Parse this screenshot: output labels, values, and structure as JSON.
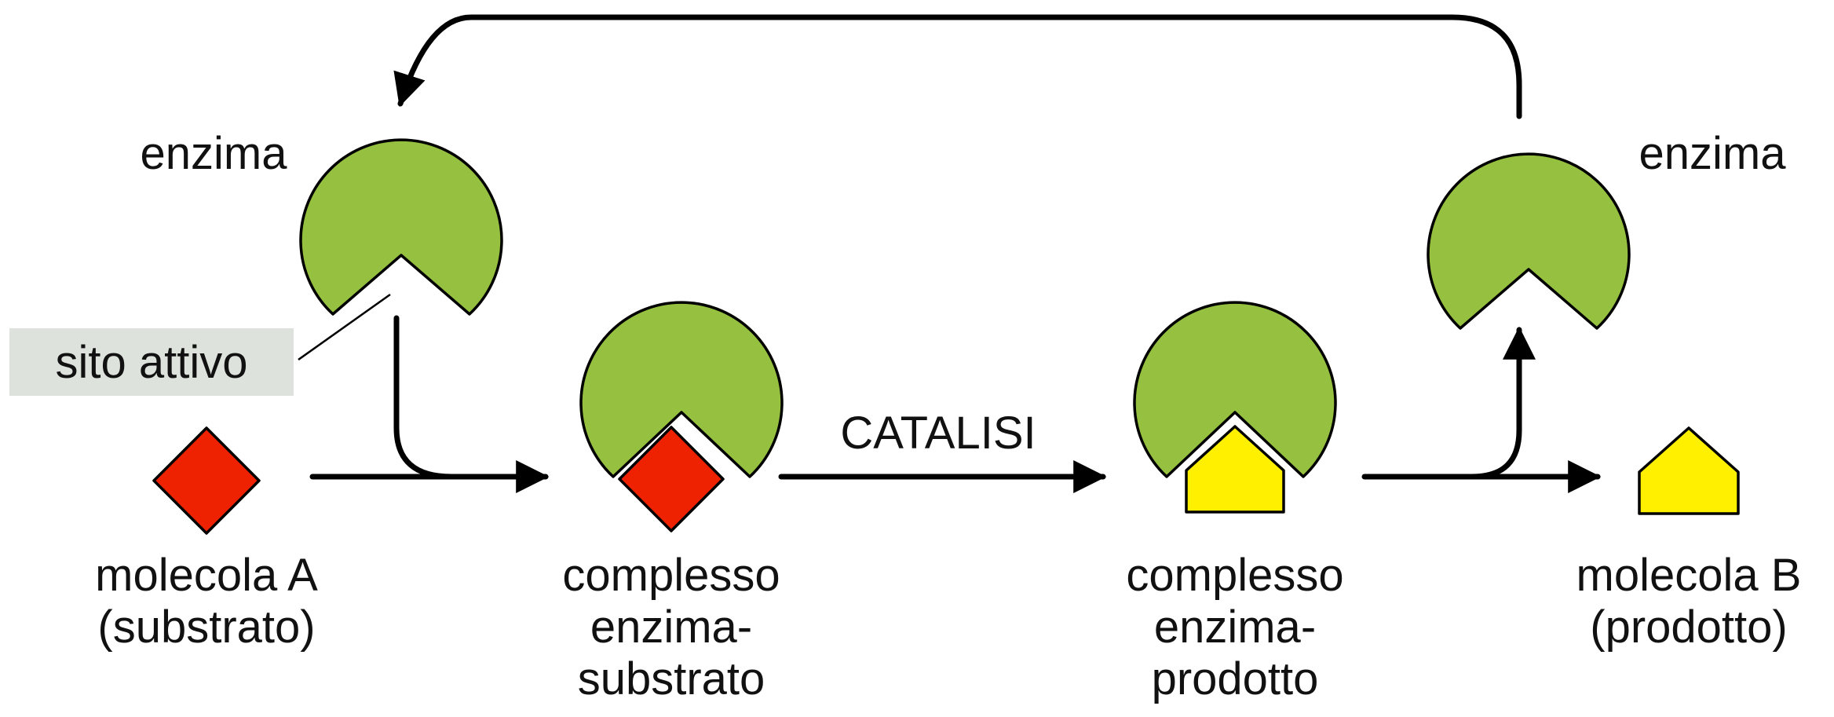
{
  "labels": {
    "enzyme_left": "enzima",
    "enzyme_right": "enzima",
    "active_site": "sito attivo",
    "catalysis": "CATALISI",
    "molecule_a_line1": "molecola A",
    "molecule_a_line2": "(substrato)",
    "es_complex_line1": "complesso",
    "es_complex_line2": "enzima-",
    "es_complex_line3": "substrato",
    "ep_complex_line1": "complesso",
    "ep_complex_line2": "enzima-",
    "ep_complex_line3": "prodotto",
    "molecule_b_line1": "molecola B",
    "molecule_b_line2": "(prodotto)"
  },
  "colors": {
    "enzyme": "#96c03f",
    "substrate": "#ee2200",
    "product": "#fff000",
    "label_box": "#dde2dc",
    "arrow": "#000000"
  }
}
